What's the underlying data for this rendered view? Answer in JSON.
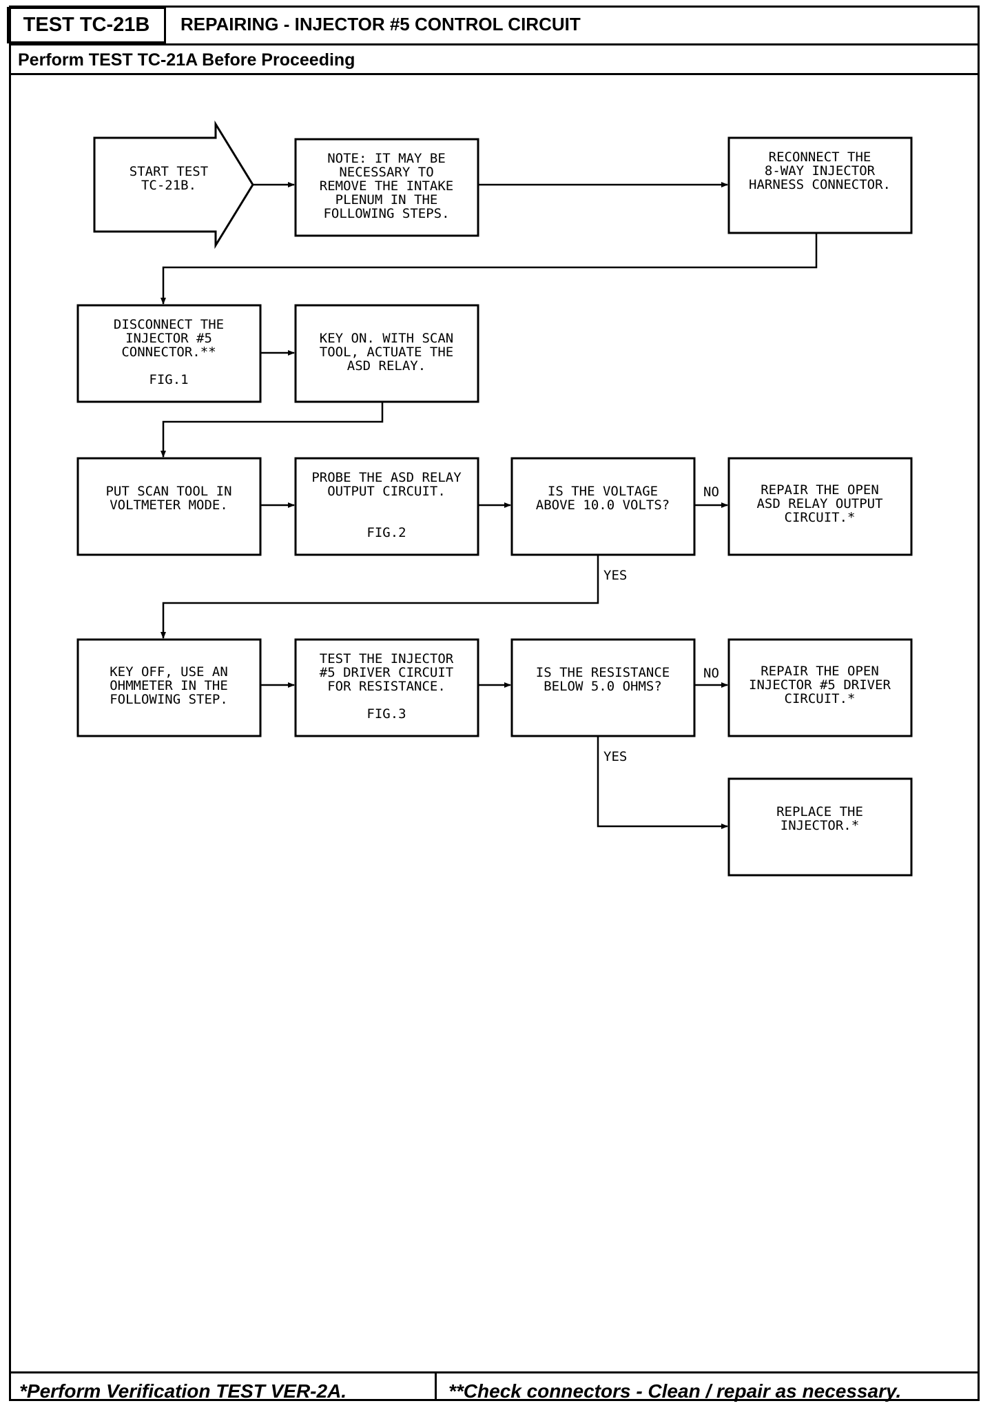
{
  "header": {
    "test_id": "TEST TC-21B",
    "title": "REPAIRING - INJECTOR #5 CONTROL CIRCUIT",
    "subtitle": "Perform TEST TC-21A Before Proceeding"
  },
  "flowchart": {
    "start": [
      "START TEST",
      "TC-21B."
    ],
    "note": [
      "NOTE: IT MAY BE",
      "NECESSARY TO",
      "REMOVE THE INTAKE",
      "PLENUM IN THE",
      "FOLLOWING STEPS."
    ],
    "reconnect": [
      "RECONNECT THE",
      "8-WAY INJECTOR",
      "HARNESS CONNECTOR."
    ],
    "disconnect": [
      "DISCONNECT THE",
      "INJECTOR #5",
      "CONNECTOR.**",
      "",
      "FIG.1"
    ],
    "key_on": [
      "KEY ON. WITH SCAN",
      "TOOL, ACTUATE THE",
      "ASD RELAY."
    ],
    "put_scan": [
      "PUT SCAN TOOL IN",
      "VOLTMETER MODE."
    ],
    "probe": [
      "PROBE THE ASD RELAY",
      "OUTPUT CIRCUIT.",
      "",
      "",
      "FIG.2"
    ],
    "voltage_question": [
      "IS THE VOLTAGE",
      "ABOVE 10.0 VOLTS?"
    ],
    "repair_asd": [
      "REPAIR THE OPEN",
      "ASD RELAY OUTPUT",
      "CIRCUIT.*"
    ],
    "key_off": [
      "KEY OFF, USE AN",
      "OHMMETER IN THE",
      "FOLLOWING STEP."
    ],
    "test_driver": [
      "TEST THE INJECTOR",
      "#5 DRIVER CIRCUIT",
      "FOR RESISTANCE.",
      "",
      "FIG.3"
    ],
    "resistance_question": [
      "IS THE RESISTANCE",
      "BELOW 5.0 OHMS?"
    ],
    "repair_driver": [
      "REPAIR THE OPEN",
      "INJECTOR #5 DRIVER",
      "CIRCUIT.*"
    ],
    "replace": [
      "REPLACE THE",
      "INJECTOR.*"
    ],
    "labels": {
      "no": "NO",
      "yes": "YES"
    }
  },
  "footer": {
    "left": "*Perform Verification TEST VER-2A.",
    "right": "**Check connectors - Clean / repair as necessary."
  }
}
